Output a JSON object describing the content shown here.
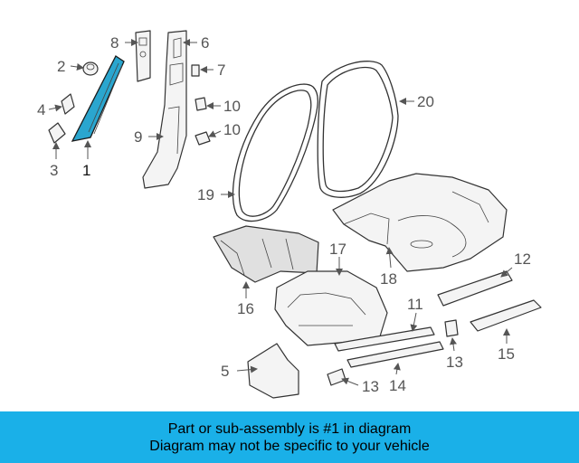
{
  "callouts": {
    "c1": "1",
    "c2": "2",
    "c3": "3",
    "c4": "4",
    "c5": "5",
    "c6": "6",
    "c7": "7",
    "c8": "8",
    "c9": "9",
    "c10a": "10",
    "c10b": "10",
    "c11": "11",
    "c12": "12",
    "c13a": "13",
    "c13b": "13",
    "c14": "14",
    "c15": "15",
    "c16": "16",
    "c17": "17",
    "c18": "18",
    "c19": "19",
    "c20": "20"
  },
  "colors": {
    "highlight": "#2aa6cf",
    "banner": "#1ab0e8"
  },
  "banner": {
    "line1": "Part or sub-assembly is #1 in diagram",
    "line2": "Diagram may not be specific to your vehicle"
  }
}
